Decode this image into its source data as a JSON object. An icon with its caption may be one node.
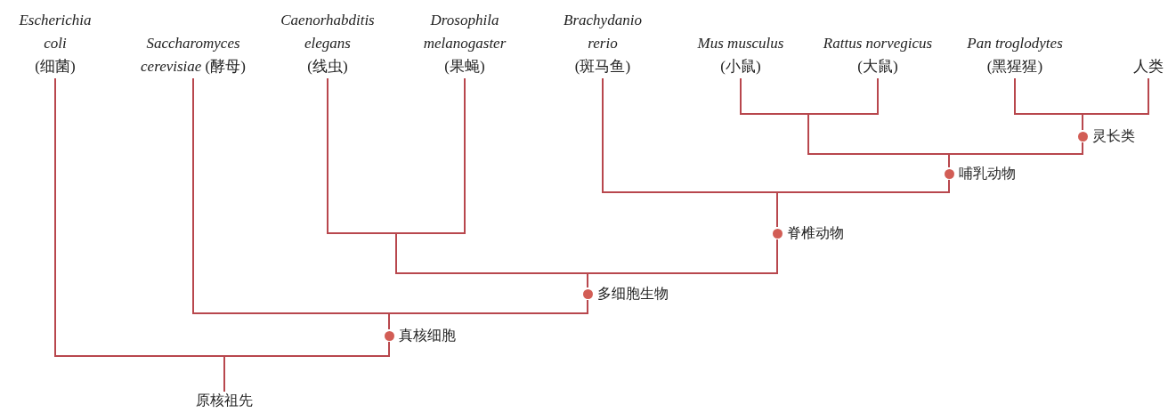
{
  "diagram": {
    "nodes": [
      {
        "text": [
          "Escherichia coli",
          "(细菌)"
        ]
      },
      {
        "text": [
          "Saccharomyces cerevisiae",
          "(酵母)"
        ]
      },
      {
        "text": [
          "Caenorhabditis elegans",
          "(线虫)"
        ]
      },
      {
        "text": [
          "Drosophila melanogaster",
          "(果蝇)"
        ]
      },
      {
        "text": [
          "Brachydanio rerio",
          "(斑马鱼)"
        ]
      },
      {
        "text": [
          "Mus musculus",
          "(小鼠)"
        ]
      },
      {
        "text": [
          "Rattus norvegicus",
          "(大鼠)"
        ]
      },
      {
        "text": [
          "Pan troglodytes",
          "(黑猩猩)"
        ]
      },
      {
        "text": [
          "人类"
        ]
      },
      {
        "text": [
          "灵长类"
        ]
      },
      {
        "text": [
          "哺乳动物"
        ]
      },
      {
        "text": [
          "脊椎动物"
        ]
      },
      {
        "text": [
          "多细胞生物"
        ]
      },
      {
        "text": [
          "真核细胞"
        ]
      },
      {
        "text": [
          "原核祖先"
        ]
      }
    ],
    "edges": [
      {
        "from": 14,
        "to": 0,
        "arrow": "none"
      },
      {
        "from": 14,
        "to": 13,
        "arrow": "none"
      },
      {
        "from": 13,
        "to": 1,
        "arrow": "none"
      },
      {
        "from": 13,
        "to": 12,
        "arrow": "none"
      },
      {
        "from": 12,
        "to": 2,
        "arrow": "none"
      },
      {
        "from": 12,
        "to": 3,
        "arrow": "none"
      },
      {
        "from": 12,
        "to": 11,
        "arrow": "none"
      },
      {
        "from": 11,
        "to": 4,
        "arrow": "none"
      },
      {
        "from": 11,
        "to": 10,
        "arrow": "none"
      },
      {
        "from": 10,
        "to": 5,
        "arrow": "none"
      },
      {
        "from": 10,
        "to": 6,
        "arrow": "none"
      },
      {
        "from": 10,
        "to": 9,
        "arrow": "none"
      },
      {
        "from": 9,
        "to": 7,
        "arrow": "none"
      },
      {
        "from": 9,
        "to": 8,
        "arrow": "none"
      }
    ]
  }
}
